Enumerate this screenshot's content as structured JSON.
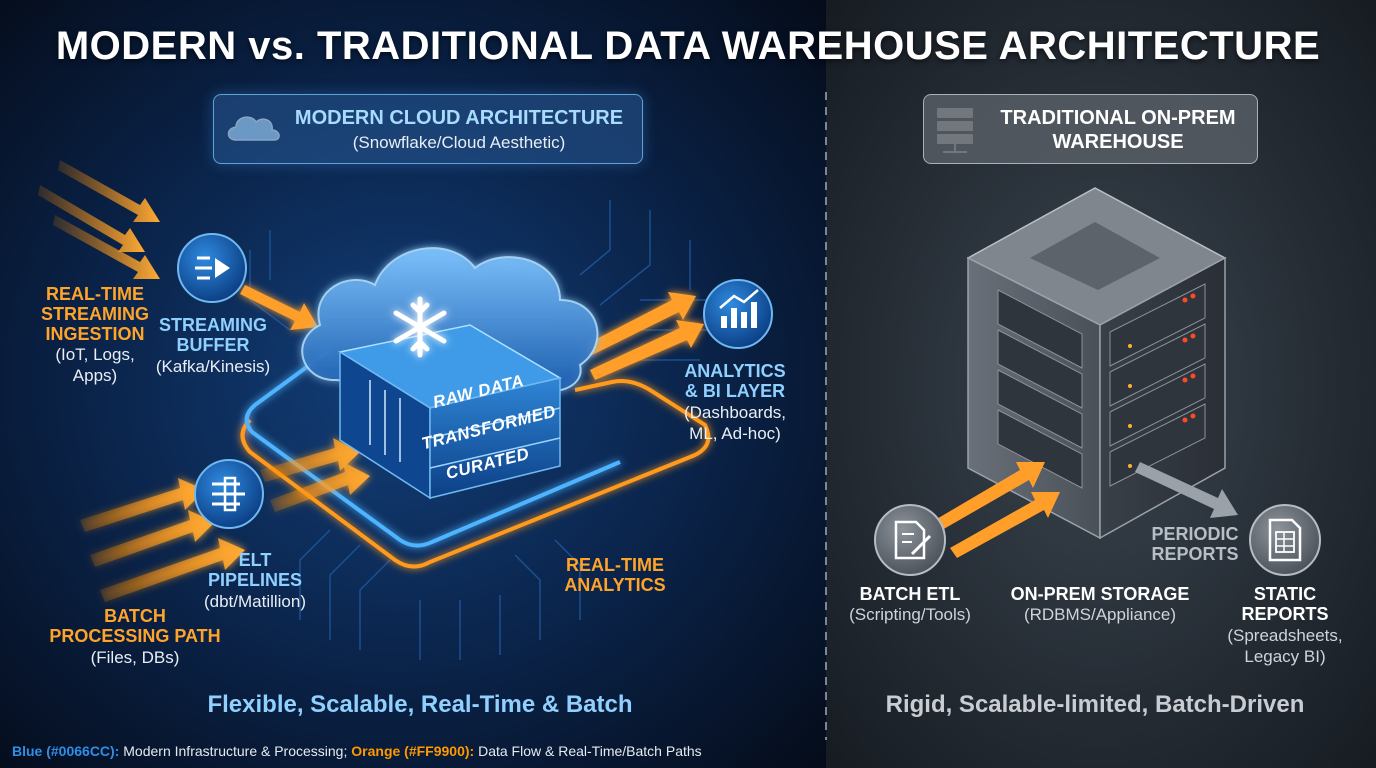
{
  "title": "MODERN vs. TRADITIONAL DATA WAREHOUSE ARCHITECTURE",
  "modern": {
    "badge_title": "MODERN CLOUD ARCHITECTURE",
    "badge_subtitle": "(Snowflake/Cloud Aesthetic)",
    "streaming_ingestion": {
      "title_lines": [
        "REAL-TIME",
        "STREAMING",
        "INGESTION"
      ],
      "sub_lines": [
        "(IoT, Logs,",
        "Apps)"
      ]
    },
    "streaming_buffer": {
      "title_lines": [
        "STREAMING",
        "BUFFER"
      ],
      "sub": "(Kafka/Kinesis)"
    },
    "layers": [
      "RAW DATA",
      "TRANSFORMED",
      "CURATED"
    ],
    "analytics_bi": {
      "title_lines": [
        "ANALYTICS",
        "& BI LAYER"
      ],
      "sub_lines": [
        "(Dashboards,",
        "ML, Ad-hoc)"
      ]
    },
    "elt_pipelines": {
      "title_lines": [
        "ELT",
        "PIPELINES"
      ],
      "sub": "(dbt/Matillion)"
    },
    "batch_path": {
      "title_lines": [
        "BATCH",
        "PROCESSING PATH"
      ],
      "sub": "(Files, DBs)"
    },
    "realtime_analytics": {
      "title_lines": [
        "REAL-TIME",
        "ANALYTICS"
      ]
    },
    "tagline": "Flexible, Scalable, Real-Time & Batch"
  },
  "traditional": {
    "badge_title_lines": [
      "TRADITIONAL ON-PREM",
      "WAREHOUSE"
    ],
    "batch_etl": {
      "title": "BATCH ETL",
      "sub": "(Scripting/Tools)"
    },
    "onprem_storage": {
      "title": "ON-PREM STORAGE",
      "sub": "(RDBMS/Appliance)"
    },
    "periodic_reports": {
      "title_lines": [
        "PERIODIC",
        "REPORTS"
      ]
    },
    "static_reports": {
      "title_lines": [
        "STATIC",
        "REPORTS"
      ],
      "sub_lines": [
        "(Spreadsheets,",
        "Legacy BI)"
      ]
    },
    "tagline": "Rigid, Scalable-limited, Batch-Driven"
  },
  "legend": {
    "blue_key": "Blue (#0066CC):",
    "blue_text": " Modern Infrastructure & Processing;",
    "orange_key": "Orange (#FF9900):",
    "orange_text": " Data Flow & Real-Time/Batch Paths"
  },
  "colors": {
    "blue": "#0066CC",
    "orange": "#FF9900",
    "light_blue": "#8fd0ff",
    "grey_panel": "#2a3038"
  },
  "icons": [
    "cloud-icon",
    "server-rack-icon",
    "snowflake-icon",
    "streaming-buffer-icon",
    "bar-chart-icon",
    "pipeline-icon",
    "document-edit-icon",
    "spreadsheet-icon"
  ]
}
